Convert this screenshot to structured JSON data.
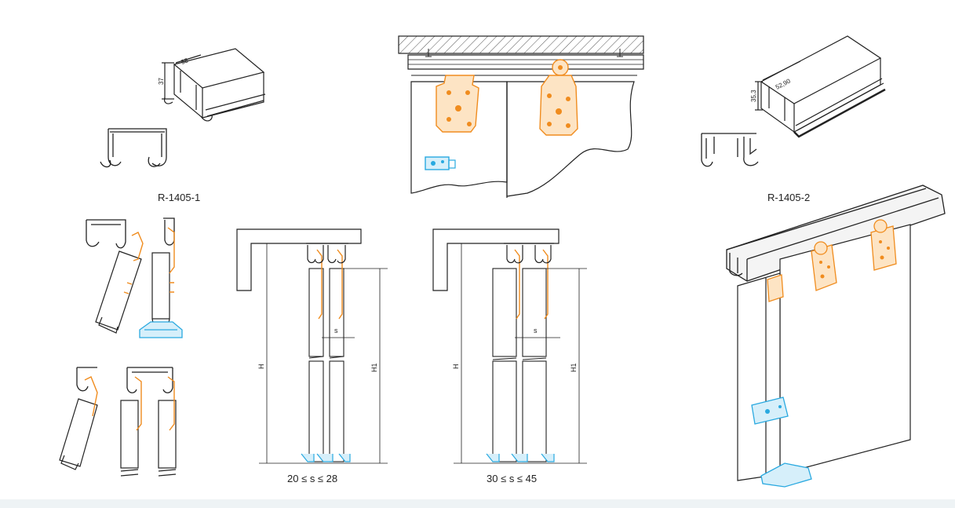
{
  "labels": {
    "profile_1": "R-1405-1",
    "profile_2": "R-1405-2",
    "range_a": "20 ≤ s ≤ 28",
    "range_b": "30 ≤ s ≤ 45"
  },
  "dimensions": {
    "p1_height": "37",
    "p1_width": "55",
    "p2_height": "35,3",
    "p2_width": "52,90",
    "h": "H",
    "h1": "H1",
    "s": "s"
  },
  "colors": {
    "line": "#222222",
    "hardware": "#f08c1e",
    "guide": "#29a9e0",
    "hatch": "#555555"
  }
}
